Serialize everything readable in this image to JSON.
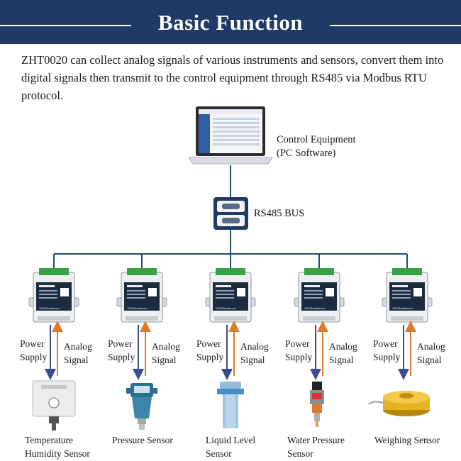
{
  "header": {
    "title": "Basic Function"
  },
  "intro": "ZHT0020 can collect analog signals of various instruments and sensors, convert them into digital signals then transmit to the control equipment through RS485 via Modbus RTU protocol.",
  "control": {
    "line1": "Control Equipment",
    "line2": "(PC Software)"
  },
  "bus": {
    "label": "RS485 BUS"
  },
  "module_brand": "YAYINewSensor",
  "signals": {
    "power": [
      "Power",
      "Supply"
    ],
    "analog": [
      "Analog",
      "Signal"
    ]
  },
  "sensors": [
    {
      "line1": "Temperature",
      "line2": "Humidity Sensor"
    },
    {
      "line1": "Pressure Sensor",
      "line2": ""
    },
    {
      "line1": "Liquid Level",
      "line2": "Sensor"
    },
    {
      "line1": "Water Pressure",
      "line2": "Sensor"
    },
    {
      "line1": "Weighing Sensor",
      "line2": ""
    }
  ],
  "colors": {
    "banner": "#1f3a66",
    "power_arrow": "#3a4d8f",
    "analog_arrow": "#e07a2e",
    "bus": "#1f4d72"
  }
}
